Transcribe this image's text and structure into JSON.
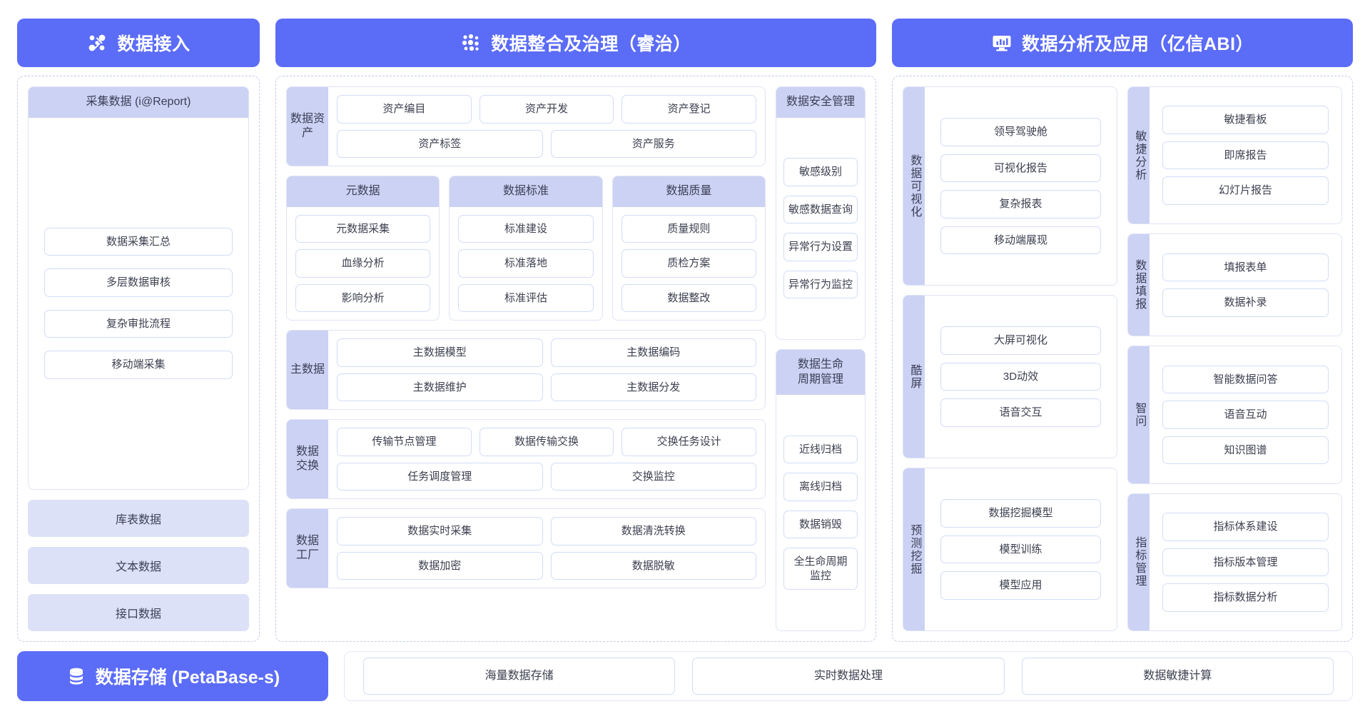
{
  "headers": [
    {
      "title": "数据接入",
      "icon": "network-nodes-icon"
    },
    {
      "title": "数据整合及治理（睿治）",
      "icon": "data-dots-icon"
    },
    {
      "title": "数据分析及应用（亿信ABI）",
      "icon": "monitor-chart-icon"
    }
  ],
  "access": {
    "collect_card": {
      "title": "采集数据 (i@Report)",
      "items": [
        "数据采集汇总",
        "多层数据审核",
        "复杂审批流程",
        "移动端采集"
      ]
    },
    "bars": [
      "库表数据",
      "文本数据",
      "接口数据"
    ]
  },
  "govern": {
    "assets": {
      "label": "数据资产",
      "rows": [
        [
          "资产编目",
          "资产开发",
          "资产登记"
        ],
        [
          "资产标签",
          "资产服务"
        ]
      ]
    },
    "triple": [
      {
        "title": "元数据",
        "items": [
          "元数据采集",
          "血缘分析",
          "影响分析"
        ]
      },
      {
        "title": "数据标准",
        "items": [
          "标准建设",
          "标准落地",
          "标准评估"
        ]
      },
      {
        "title": "数据质量",
        "items": [
          "质量规则",
          "质检方案",
          "数据整改"
        ]
      }
    ],
    "master": {
      "label": "主数据",
      "rows": [
        [
          "主数据模型",
          "主数据编码"
        ],
        [
          "主数据维护",
          "主数据分发"
        ]
      ]
    },
    "exchange": {
      "label": "数据交换",
      "rows": [
        [
          "传输节点管理",
          "数据传输交换",
          "交换任务设计"
        ],
        [
          "任务调度管理",
          "交换监控"
        ]
      ]
    },
    "factory": {
      "label": "数据工厂",
      "rows": [
        [
          "数据实时采集",
          "数据清洗转换"
        ],
        [
          "数据加密",
          "数据脱敏"
        ]
      ]
    },
    "security": {
      "title": "数据安全管理",
      "items": [
        "敏感级别",
        "敏感数据查询",
        "异常行为设置",
        "异常行为监控"
      ]
    },
    "lifecycle": {
      "title": "数据生命\n周期管理",
      "title_line1": "数据生命",
      "title_line2": "周期管理",
      "items": [
        "近线归档",
        "离线归档",
        "数据销毁",
        "全生命周期\n监控"
      ],
      "last_item_line1": "全生命周期",
      "last_item_line2": "监控"
    }
  },
  "analysis": {
    "left": [
      {
        "label": "数据可视化",
        "items": [
          "领导驾驶舱",
          "可视化报告",
          "复杂报表",
          "移动端展现"
        ]
      },
      {
        "label": "酷屏",
        "items": [
          "大屏可视化",
          "3D动效",
          "语音交互"
        ]
      },
      {
        "label": "预测挖掘",
        "items": [
          "数据挖掘模型",
          "模型训练",
          "模型应用"
        ]
      }
    ],
    "right": [
      {
        "label": "敏捷分析",
        "items": [
          "敏捷看板",
          "即席报告",
          "幻灯片报告"
        ]
      },
      {
        "label": "数据填报",
        "items": [
          "填报表单",
          "数据补录"
        ]
      },
      {
        "label": "智问",
        "items": [
          "智能数据问答",
          "语音互动",
          "知识图谱"
        ]
      },
      {
        "label": "指标管理",
        "items": [
          "指标体系建设",
          "指标版本管理",
          "指标数据分析"
        ]
      }
    ]
  },
  "storage": {
    "title": "数据存储 (PetaBase-s)",
    "icon": "database-icon",
    "items": [
      "海量数据存储",
      "实时数据处理",
      "数据敏捷计算"
    ]
  },
  "colors": {
    "brand": "#5b6cf7",
    "head_fill": "#ccd2f3",
    "bar_fill": "#dde1f7",
    "chip_border": "#d3dcf6",
    "panel_dash": "#c3cbe8"
  }
}
